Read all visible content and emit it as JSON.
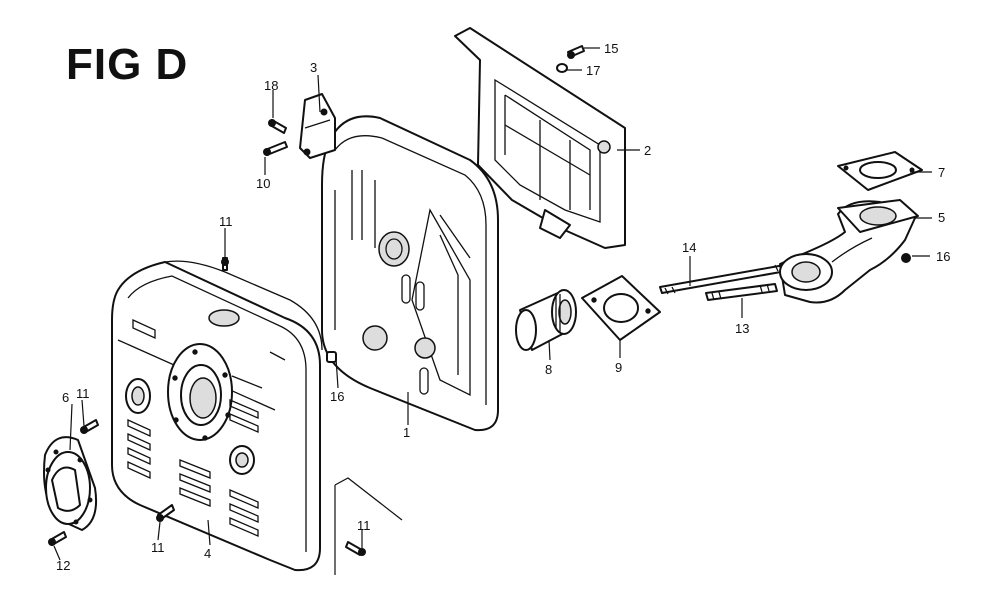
{
  "figure": {
    "title": "FIG D"
  },
  "callouts": [
    "1",
    "2",
    "3",
    "4",
    "5",
    "6",
    "7",
    "8",
    "9",
    "10",
    "11",
    "12",
    "13",
    "14",
    "15",
    "16",
    "17",
    "18"
  ],
  "diagram": {
    "labels": [
      {
        "id": "l1",
        "text": "1"
      },
      {
        "id": "l2",
        "text": "2"
      },
      {
        "id": "l3",
        "text": "3"
      },
      {
        "id": "l4",
        "text": "4"
      },
      {
        "id": "l5",
        "text": "5"
      },
      {
        "id": "l6",
        "text": "6"
      },
      {
        "id": "l7",
        "text": "7"
      },
      {
        "id": "l8",
        "text": "8"
      },
      {
        "id": "l9",
        "text": "9"
      },
      {
        "id": "l10",
        "text": "10"
      },
      {
        "id": "l11a",
        "text": "11"
      },
      {
        "id": "l11b",
        "text": "11"
      },
      {
        "id": "l11c",
        "text": "11"
      },
      {
        "id": "l11d",
        "text": "11"
      },
      {
        "id": "l12",
        "text": "12"
      },
      {
        "id": "l13",
        "text": "13"
      },
      {
        "id": "l14",
        "text": "14"
      },
      {
        "id": "l15",
        "text": "15"
      },
      {
        "id": "l16a",
        "text": "16"
      },
      {
        "id": "l16b",
        "text": "16"
      },
      {
        "id": "l17",
        "text": "17"
      },
      {
        "id": "l18",
        "text": "18"
      }
    ]
  }
}
